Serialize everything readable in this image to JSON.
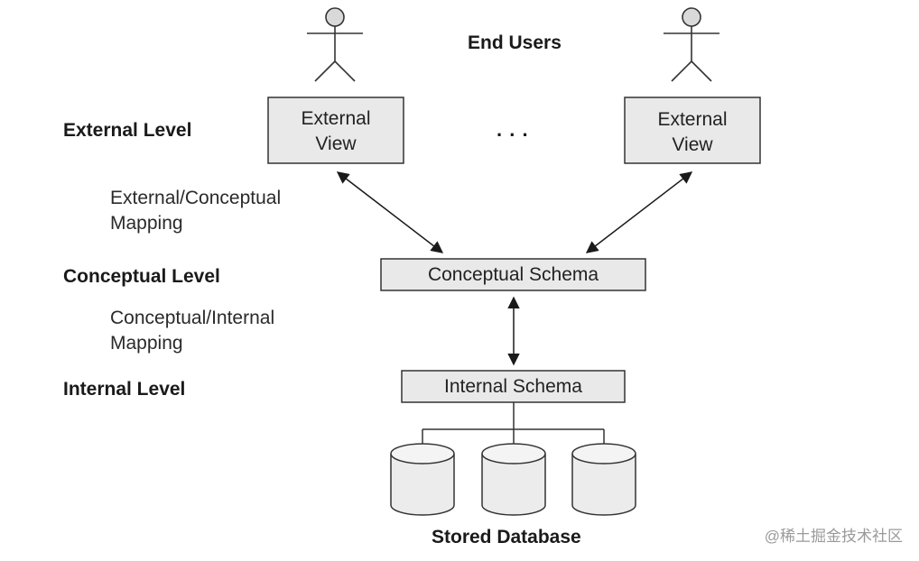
{
  "title": "End Users",
  "levels": {
    "external": "External Level",
    "conceptual": "Conceptual Level",
    "internal": "Internal Level"
  },
  "mappings": {
    "external_conceptual": [
      "External/Conceptual",
      "Mapping"
    ],
    "conceptual_internal": [
      "Conceptual/Internal",
      "Mapping"
    ]
  },
  "external_views": {
    "left": [
      "External",
      "View"
    ],
    "right": [
      "External",
      "View"
    ],
    "ellipsis": ". . ."
  },
  "conceptual_schema": "Conceptual Schema",
  "internal_schema": "Internal Schema",
  "stored_database": "Stored Database",
  "watermark": "@稀土掘金技术社区",
  "colors": {
    "box_fill": "#e9e9e9",
    "stroke": "#333333",
    "actor_head_fill": "#d9d9d9",
    "cylinder_fill": "#ececec"
  }
}
